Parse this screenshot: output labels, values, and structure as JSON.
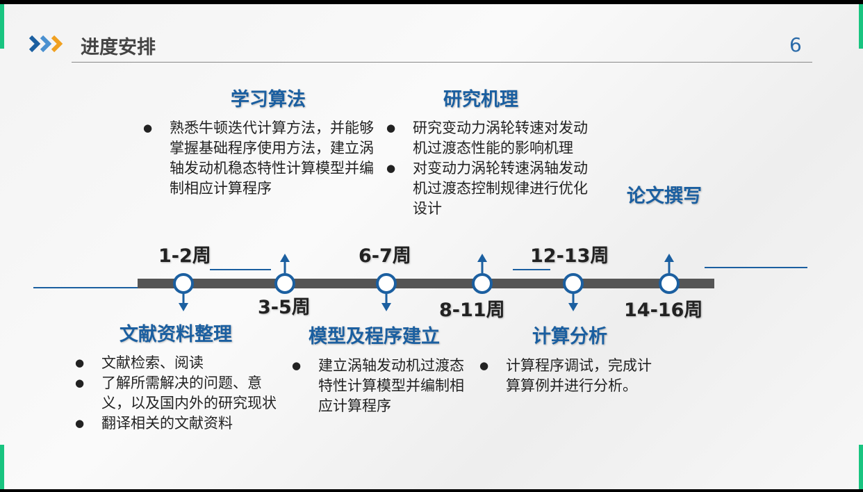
{
  "header": {
    "title": "进度安排",
    "page_number": "6"
  },
  "timeline": {
    "weeks": [
      "1-2周",
      "3-5周",
      "6-7周",
      "8-11周",
      "12-13周",
      "14-16周"
    ],
    "phases": [
      {
        "title": "文献资料整理",
        "items": [
          "文献检索、阅读",
          "了解所需解决的问题、意义，以及国内外的研究现状",
          "翻译相关的文献资料"
        ]
      },
      {
        "title": "学习算法",
        "items": [
          "熟悉牛顿迭代计算方法，并能够掌握基础程序使用方法，建立涡轴发动机稳态特性计算模型并编制相应计算程序"
        ]
      },
      {
        "title": "模型及程序建立",
        "items": [
          "建立涡轴发动机过渡态特性计算模型并编制相应计算程序"
        ]
      },
      {
        "title": "研究机理",
        "items": [
          "研究变动力涡轮转速对发动机过渡态性能的影响机理",
          "对变动力涡轮转速涡轴发动机过渡态控制规律进行优化设计"
        ]
      },
      {
        "title": "计算分析",
        "items": [
          "计算程序调试，完成计算算例并进行分析。"
        ]
      },
      {
        "title": "论文撰写",
        "items": []
      }
    ]
  },
  "colors": {
    "accent": "#1b5fa0",
    "green": "#19c480"
  }
}
